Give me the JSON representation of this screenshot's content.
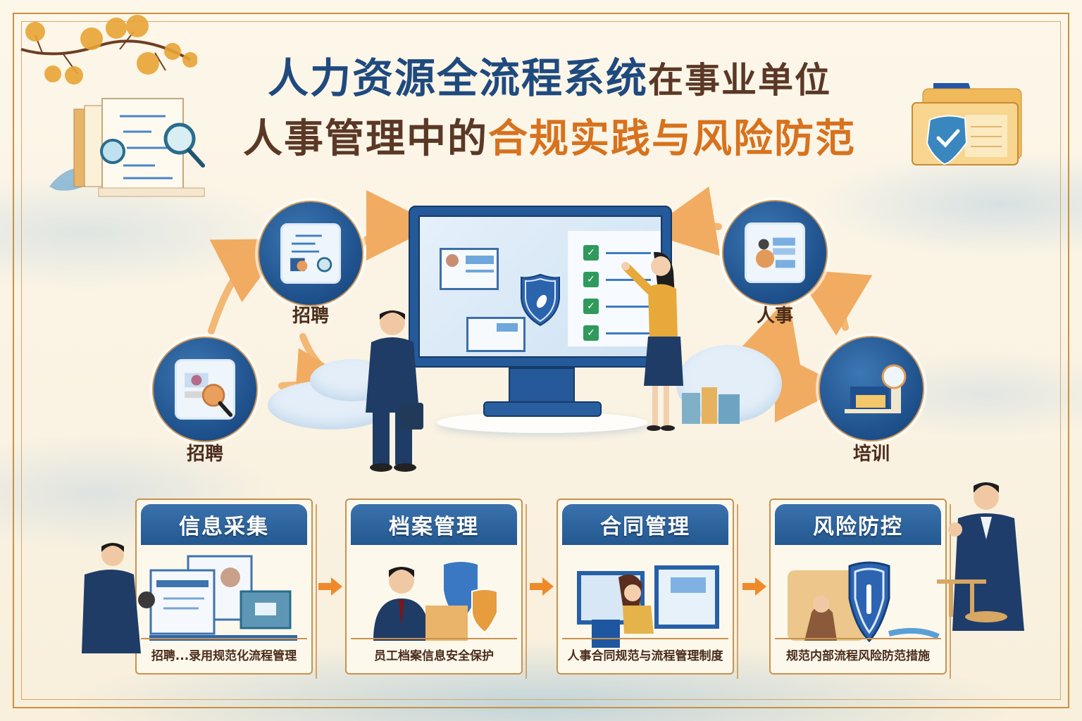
{
  "title": {
    "line1_part1": "人力资源全流程系统",
    "line1_part2": "在事业单位",
    "line2_part1": "人事管理中的",
    "line2_part2": "合规实践与风险防范"
  },
  "cycle": {
    "nodes": [
      {
        "id": "top-left",
        "label": "招聘",
        "icon": "document-search-icon"
      },
      {
        "id": "bottom-left",
        "label": "招聘",
        "icon": "profile-magnifier-icon"
      },
      {
        "id": "top-right",
        "label": "人事",
        "icon": "id-badge-icon"
      },
      {
        "id": "bottom-right",
        "label": "培训",
        "icon": "archive-box-icon"
      }
    ],
    "monitor": {
      "center_icon": "shield-icon",
      "checklist_count": 4
    }
  },
  "steps": [
    {
      "header": "信息采集",
      "caption": "招聘...录用规范化流程管理",
      "icon": "document-screens-icon"
    },
    {
      "header": "档案管理",
      "caption": "员工档案信息安全保护",
      "icon": "shield-folder-icon"
    },
    {
      "header": "合同管理",
      "caption": "人事合同规范与流程管理制度",
      "icon": "computer-workstation-icon"
    },
    {
      "header": "风险防控",
      "caption": "规范内部流程风险防范措施",
      "icon": "justice-shield-icon"
    }
  ],
  "colors": {
    "primary_blue": "#235890",
    "accent_orange": "#e8842a",
    "frame_gold": "#c9913f",
    "text_brown": "#4a2c1c",
    "background": "#fbf4e4"
  }
}
